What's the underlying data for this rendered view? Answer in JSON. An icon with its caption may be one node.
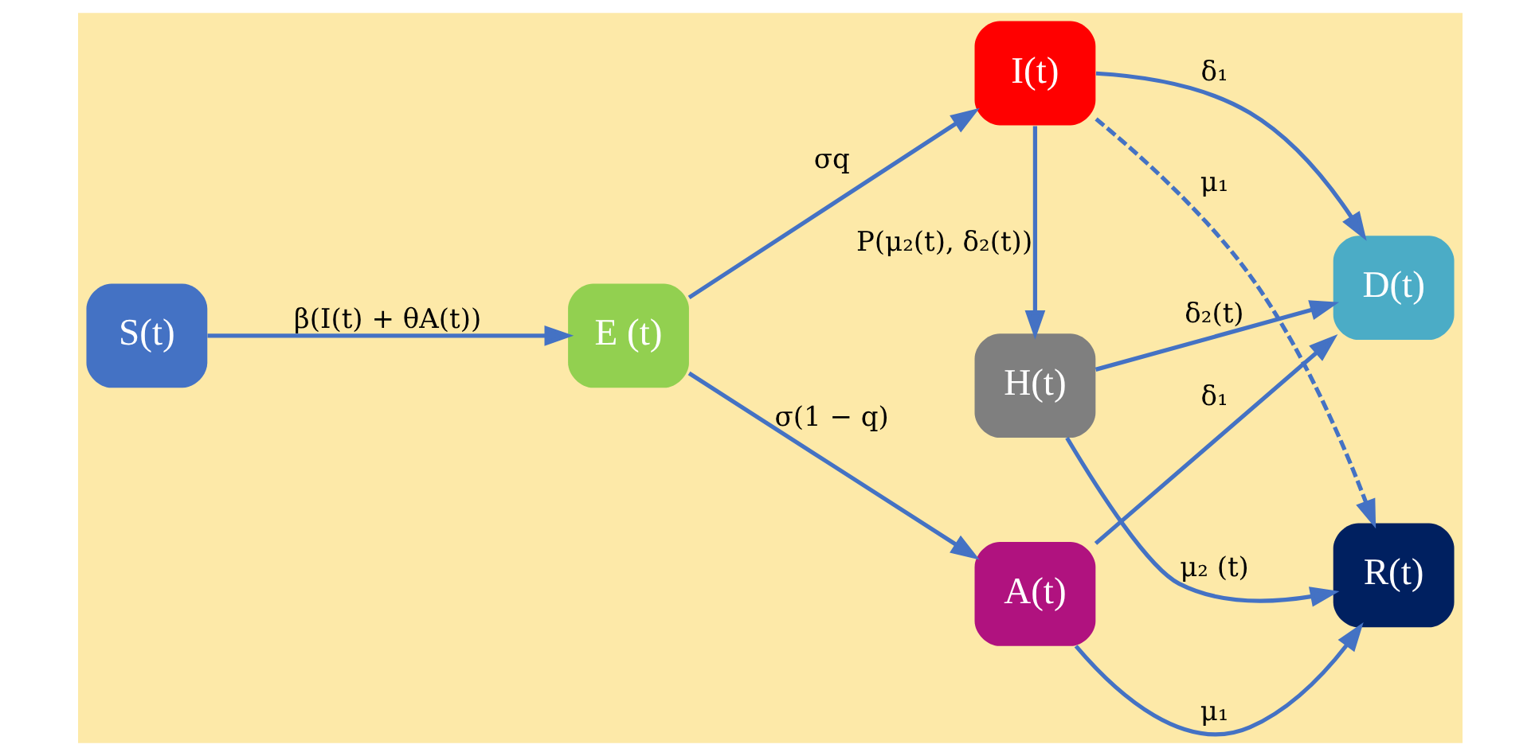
{
  "diagram": {
    "nodes": [
      {
        "text": [
          "S(t)"
        ]
      },
      {
        "text": [
          "E (t)"
        ]
      },
      {
        "text": [
          "H(t)"
        ]
      },
      {
        "text": [
          "I(t)"
        ]
      },
      {
        "text": [
          "D(t)"
        ]
      },
      {
        "text": [
          "R(t)"
        ]
      },
      {
        "text": [
          "A(t)"
        ]
      }
    ],
    "edges": [
      {
        "from": 0,
        "to": 1,
        "arrow": "to",
        "label": "β(I(t) + θA(t))"
      },
      {
        "from": 1,
        "to": 3,
        "arrow": "to",
        "label": "σq"
      },
      {
        "from": 1,
        "to": 6,
        "arrow": "to",
        "label": "σ(1 − q)"
      },
      {
        "from": 3,
        "to": 2,
        "arrow": "to",
        "label": "P(μ₂(t), δ₂(t))"
      },
      {
        "from": 2,
        "to": 4,
        "arrow": "to",
        "label": "δ₂(t)"
      },
      {
        "from": 2,
        "to": 5,
        "arrow": "to",
        "label": "μ₂ (t)"
      },
      {
        "from": 3,
        "to": 4,
        "arrow": "to",
        "label": "δ₁"
      },
      {
        "from": 3,
        "to": 5,
        "arrow": "to",
        "label": "μ₁",
        "style": "dashed"
      },
      {
        "from": 6,
        "to": 4,
        "arrow": "to",
        "label": "δ₁"
      },
      {
        "from": 6,
        "to": 5,
        "arrow": "to",
        "label": "μ₁"
      }
    ]
  }
}
